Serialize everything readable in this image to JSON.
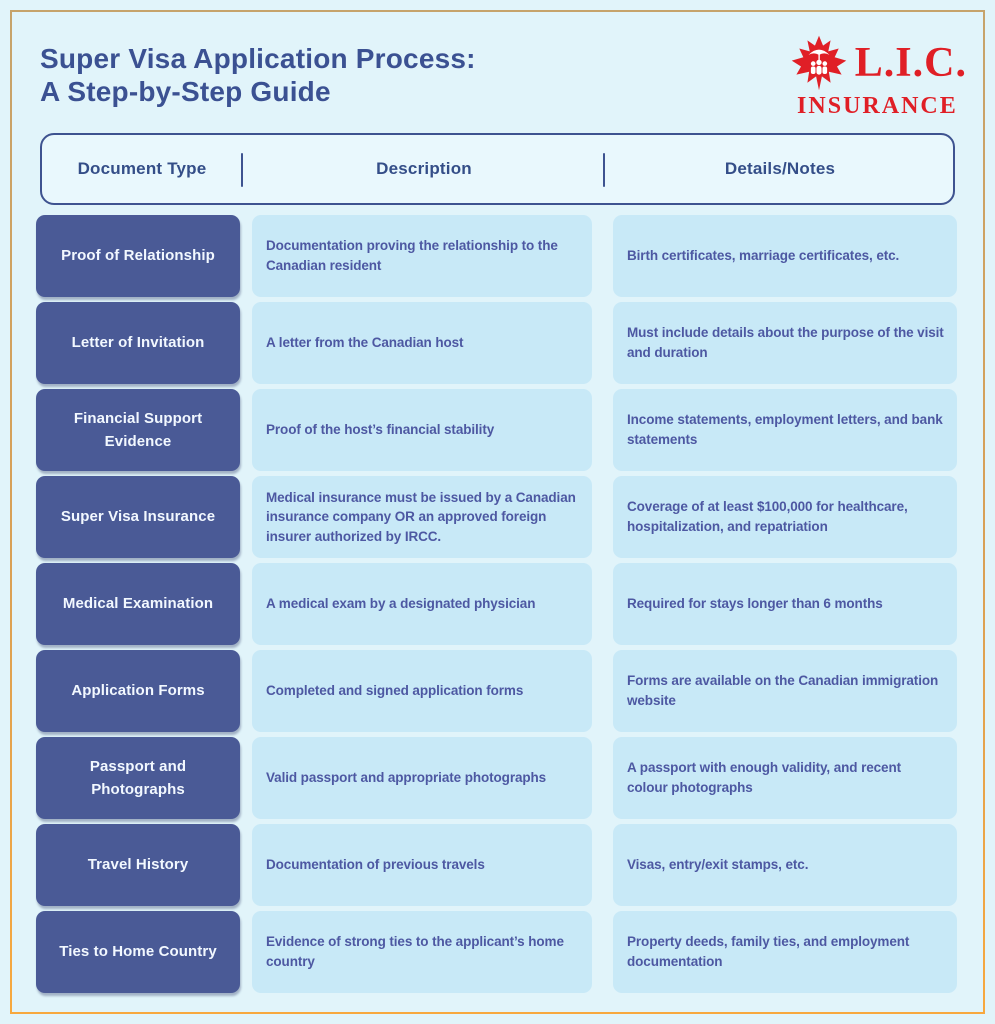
{
  "page": {
    "title_line1": "Super Visa Application Process:",
    "title_line2": "A Step-by-Step Guide"
  },
  "logo": {
    "brand": "L.I.C.",
    "brand_sub": "INSURANCE"
  },
  "table": {
    "headers": [
      "Document Type",
      "Description",
      "Details/Notes"
    ],
    "rows": [
      {
        "document_type": "Proof of Relationship",
        "description": "Documentation proving the relationship to the Canadian resident",
        "details": "Birth certificates, marriage certificates, etc."
      },
      {
        "document_type": "Letter of Invitation",
        "description": "A letter from the Canadian host",
        "details": "Must include details about the purpose of the visit and duration"
      },
      {
        "document_type": "Financial Support Evidence",
        "description": "Proof of the host’s financial stability",
        "details": "Income statements, employment letters, and bank statements"
      },
      {
        "document_type": "Super Visa Insurance",
        "description": "Medical insurance must be issued by a Canadian insurance company OR an approved foreign insurer authorized by IRCC.",
        "details": "Coverage of at least $100,000 for healthcare, hospitalization, and repatriation"
      },
      {
        "document_type": "Medical Examination",
        "description": "A medical exam by a designated physician",
        "details": "Required for stays longer than 6 months"
      },
      {
        "document_type": "Application Forms",
        "description": "Completed and signed application forms",
        "details": "Forms are available on the Canadian immigration website"
      },
      {
        "document_type": "Passport and Photographs",
        "description": "Valid passport and appropriate photographs",
        "details": "A passport with enough validity, and recent colour photographs"
      },
      {
        "document_type": "Travel History",
        "description": "Documentation of previous travels",
        "details": "Visas, entry/exit stamps, etc."
      },
      {
        "document_type": "Ties to Home Country",
        "description": "Evidence of strong ties to the applicant’s home country",
        "details": "Property deeds, family ties, and employment documentation"
      }
    ]
  },
  "colors": {
    "page_background": "#e1f4fa",
    "frame_top": "#c6a36b",
    "frame_bottom": "#f7a83e",
    "title_text": "#3b5192",
    "header_border": "#3e5390",
    "doc_cell_background": "#4a5a96",
    "doc_cell_text": "#f2f8ff",
    "info_cell_background": "#c8e9f7",
    "info_cell_text": "#4d58a2",
    "brand_red": "#e01f26"
  }
}
